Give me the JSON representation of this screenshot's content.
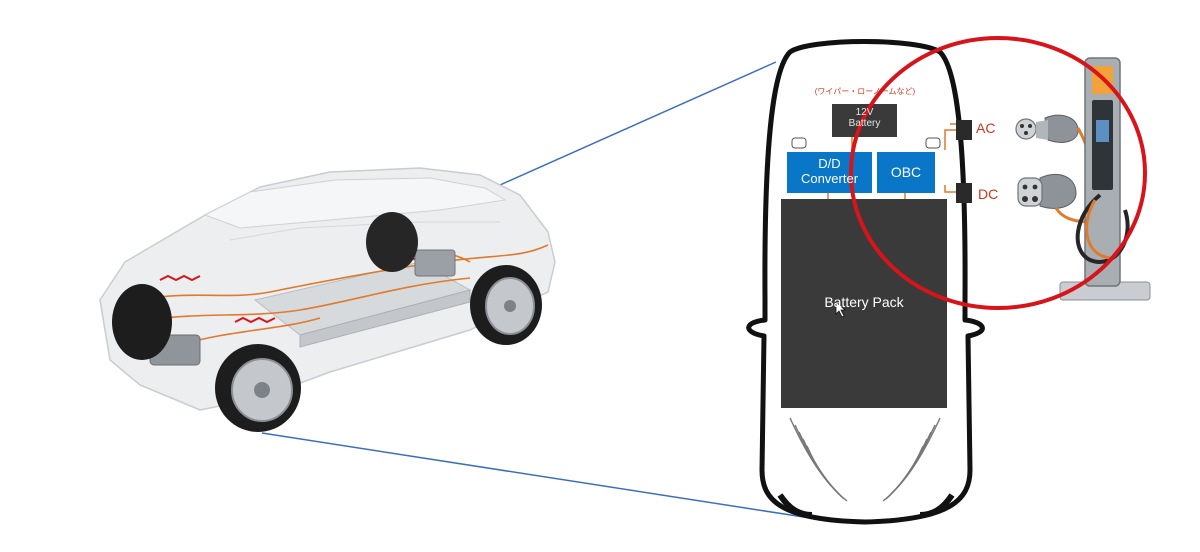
{
  "top_note": "(ワイパー・ローノームなど)",
  "blocks": {
    "battery12v_line1": "12V",
    "battery12v_line2": "Battery",
    "dd_line1": "D/D",
    "dd_line2": "Converter",
    "obc": "OBC",
    "battery_pack": "Battery Pack"
  },
  "ports": {
    "ac": "AC",
    "dc": "DC"
  },
  "colors": {
    "block_blue": "#0a76c7",
    "block_dark": "#3a3a3a",
    "wire_orange": "#e07a2c",
    "circle_red": "#d8141a",
    "callout_blue": "#3a6fbf"
  },
  "icons": {
    "car": "ev-car-chassis-icon",
    "charger": "charging-station-icon",
    "ac_plug": "ac-plug-icon",
    "dc_plug": "dc-plug-icon"
  }
}
